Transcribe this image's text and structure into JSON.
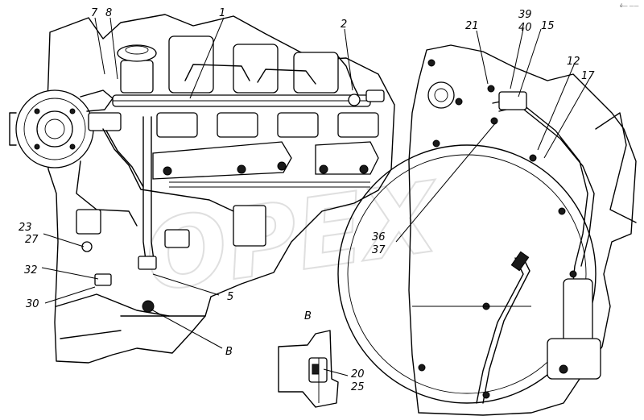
{
  "watermark": "OPEX",
  "corner_mark": "é— ——",
  "view_label": "B",
  "callouts": {
    "c1": "1",
    "c2": "2",
    "c5": "5",
    "c7": "7",
    "c8": "8",
    "c12": "12",
    "c15": "15",
    "c17": "17",
    "c20": "20",
    "c21": "21",
    "c23": "23",
    "c25": "25",
    "c27": "27",
    "c30": "30",
    "c32": "32",
    "c36": "36",
    "c37": "37",
    "c39": "39",
    "c40": "40",
    "cB": "B"
  }
}
